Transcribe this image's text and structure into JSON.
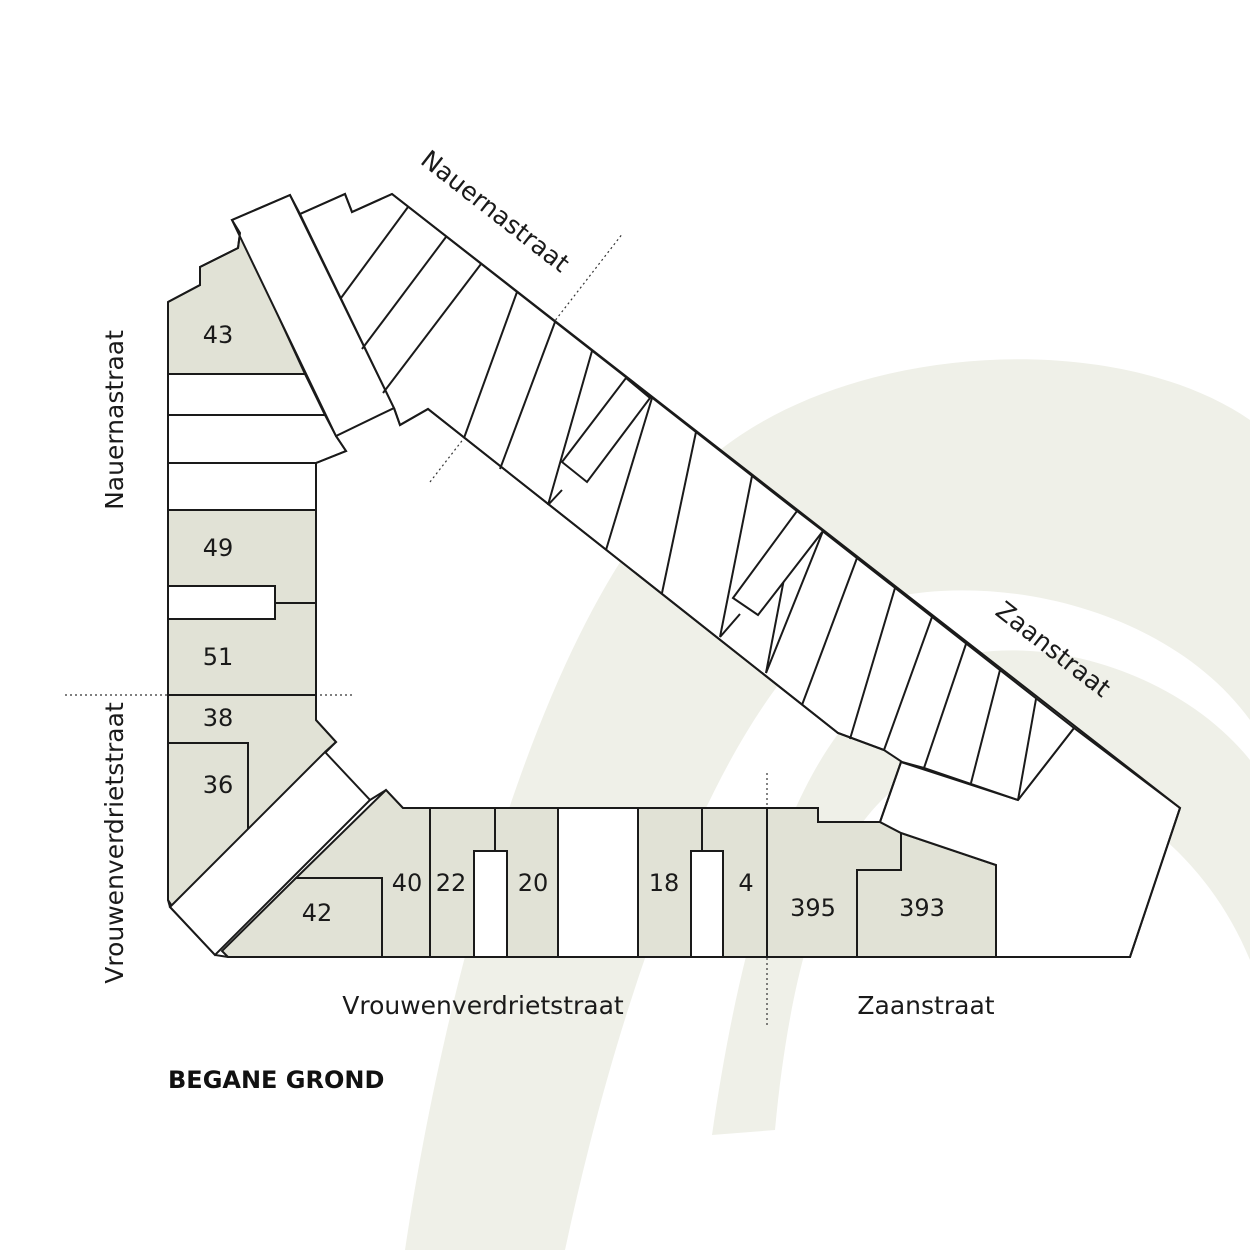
{
  "floor_label": "BEGANE GROND",
  "streets": {
    "nauernastraat_top": "Nauernastraat",
    "nauernastraat_left": "Nauernastraat",
    "zaanstraat_right": "Zaanstraat",
    "vrouwenverdrietstraat_left": "Vrouwenverdrietstraat",
    "vrouwenverdrietstraat_bottom": "Vrouwenverdrietstraat",
    "zaanstraat_bottom": "Zaanstraat"
  },
  "units": {
    "u43": "43",
    "u49": "49",
    "u51": "51",
    "u38": "38",
    "u36": "36",
    "u42": "42",
    "u40": "40",
    "u22": "22",
    "u20": "20",
    "u18": "18",
    "u4": "4",
    "u395": "395",
    "u393": "393"
  },
  "colors": {
    "unit_fill": "#e1e2d6",
    "watermark": "#eff0e8",
    "line": "#1a1a1a"
  }
}
